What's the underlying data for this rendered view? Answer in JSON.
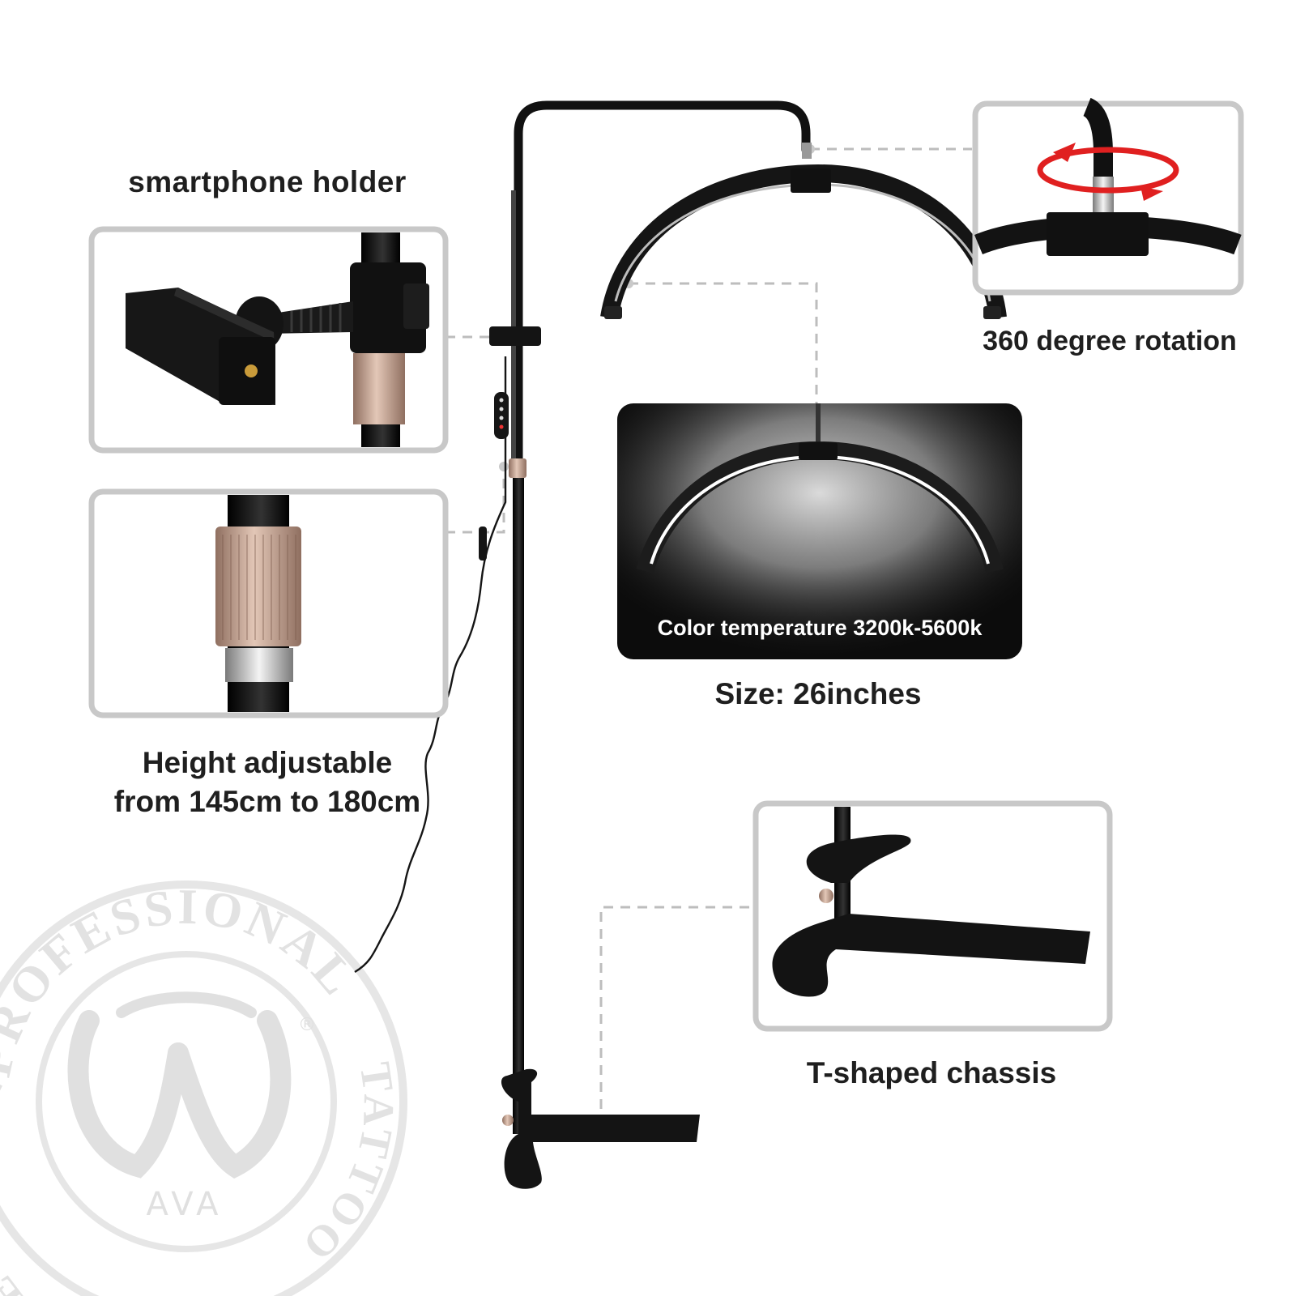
{
  "labels": {
    "smartphone_holder": "smartphone holder",
    "height_line1": "Height adjustable",
    "height_line2": "from 145cm to 180cm",
    "rotation": "360 degree rotation",
    "color_temperature": "Color temperature 3200k-5600k",
    "size": "Size: 26inches",
    "chassis": "T-shaped chassis"
  },
  "watermark": {
    "ring_text_top": "PROFESSIONAL",
    "ring_text_right": "TATTOO",
    "ring_text_left": "EQUIPMENT",
    "brand": "AVA",
    "registered": "®"
  },
  "colors": {
    "callout_border": "#c8c8c8",
    "dashed_line": "#bdbdbd",
    "stand_black": "#111111",
    "rotation_arrow": "#e02020",
    "panel_dark": "#0c0c0c",
    "knob_rose_gold": "#c9a38f",
    "watermark": "#e4e4e4"
  },
  "icons": {
    "rotation": "rotation-arrow-icon"
  }
}
